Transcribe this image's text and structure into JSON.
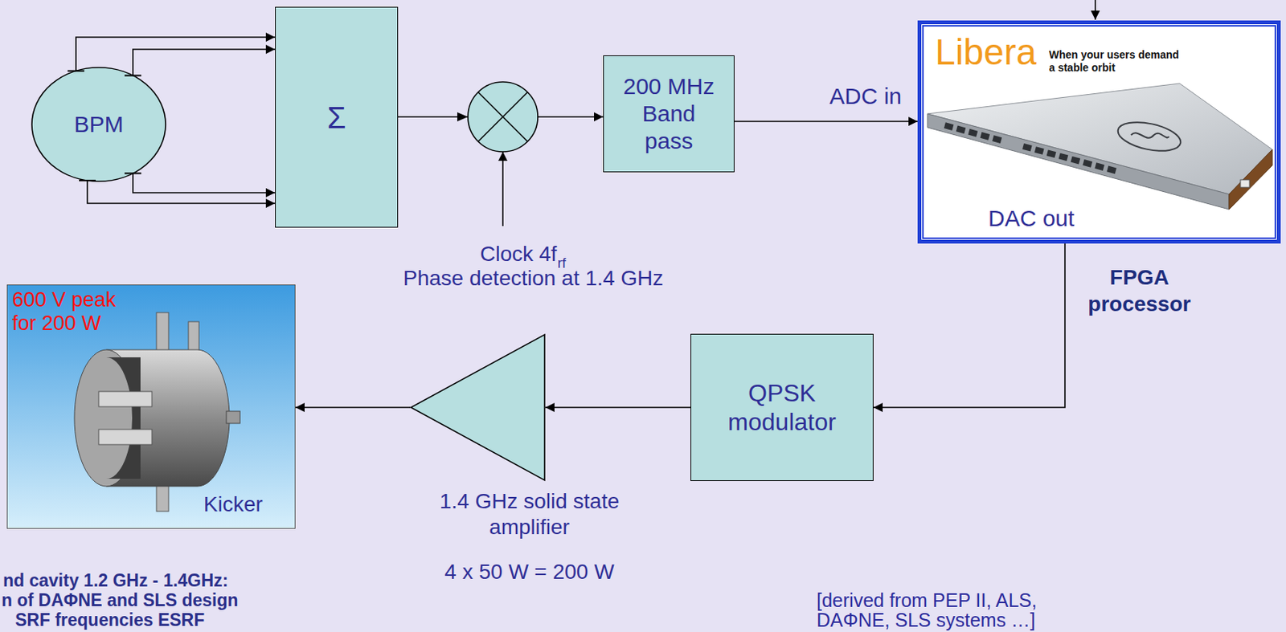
{
  "diagram": {
    "nodes": [
      {
        "text": [
          "BPM"
        ]
      },
      {
        "text": [
          "Σ"
        ]
      },
      {
        "text": [
          "200 MHz Band pass"
        ]
      },
      {
        "text": [
          "Libera",
          "When your users demand a stable orbit",
          "DAC out",
          "FPGA processor"
        ]
      },
      {
        "text": [
          "QPSK modulator"
        ]
      },
      {
        "text": [
          "1.4 GHz solid state amplifier",
          "4 x 50 W = 200 W"
        ]
      },
      {
        "text": [
          "600 V peak for 200 W",
          "Kicker"
        ]
      }
    ],
    "edges": [
      {
        "from": 0,
        "to": 1,
        "arrow": "to"
      },
      {
        "from": 0,
        "to": 1,
        "arrow": "to"
      },
      {
        "from": 0,
        "to": 1,
        "arrow": "to"
      },
      {
        "from": 0,
        "to": 1,
        "arrow": "to"
      },
      {
        "from": 1,
        "to": 2,
        "arrow": "to"
      },
      {
        "from": 2,
        "to": 3,
        "label": "ADC in",
        "arrow": "to"
      },
      {
        "from": 3,
        "to": 4,
        "arrow": "to"
      },
      {
        "from": 4,
        "to": 5,
        "arrow": "to"
      },
      {
        "from": 5,
        "to": 6,
        "arrow": "to"
      }
    ],
    "labels": [
      "Clock 4f",
      "rf",
      "Phase detection at 1.4 GHz",
      "nd cavity 1.2 GHz - 1.4GHz:",
      "n of DAΦNE and SLS design",
      "SRF frequencies ESRF",
      "[derived from PEP II, ALS,",
      "DAΦNE, SLS systems …]"
    ]
  }
}
